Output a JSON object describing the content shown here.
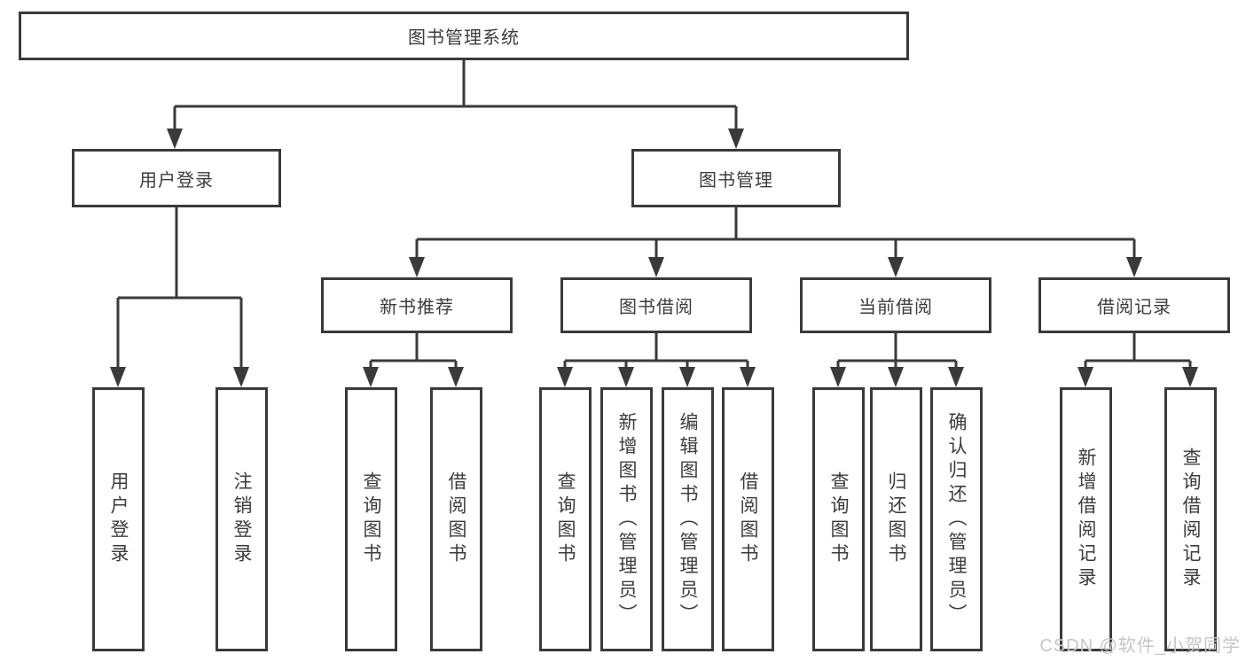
{
  "tree": {
    "root": "图书管理系统",
    "branches": [
      {
        "label": "用户登录",
        "children": [
          "用户登录",
          "注销登录"
        ]
      },
      {
        "label": "图书管理",
        "children": [
          {
            "label": "新书推荐",
            "children": [
              "查询图书",
              "借阅图书"
            ]
          },
          {
            "label": "图书借阅",
            "children": [
              "查询图书",
              "新增图书（管理员）",
              "编辑图书（管理员）",
              "借阅图书"
            ]
          },
          {
            "label": "当前借阅",
            "children": [
              "查询图书",
              "归还图书",
              "确认归还（管理员）"
            ]
          },
          {
            "label": "借阅记录",
            "children": [
              "新增借阅记录",
              "查询借阅记录"
            ]
          }
        ]
      }
    ]
  },
  "watermark": "CSDN @软件_小贺同学",
  "colors": {
    "line": "#3a3a3a",
    "text": "#3c3c3c",
    "box_background": "#ffffff",
    "page_background": "#ffffff",
    "watermark": "#c6c6c6"
  }
}
